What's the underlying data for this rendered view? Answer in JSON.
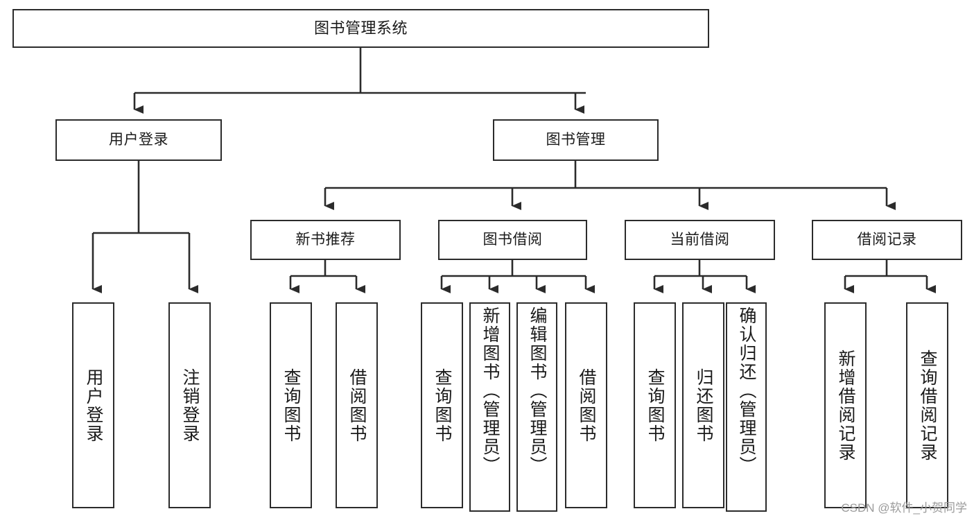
{
  "diagram": {
    "type": "tree-hierarchy",
    "title": "图书管理系统",
    "orientation": "top-down",
    "watermark": "CSDN @软件_小贺同学",
    "colors": {
      "box_border": "#2b2b2b",
      "box_fill": "#ffffff",
      "connector": "#2b2b2b",
      "text": "#1a1a1a",
      "watermark": "#9b9b9b",
      "background": "#ffffff"
    },
    "root": {
      "label": "图书管理系统"
    },
    "level2": [
      {
        "id": "user-login",
        "label": "用户登录"
      },
      {
        "id": "book-manage",
        "label": "图书管理"
      }
    ],
    "level3": [
      {
        "id": "new-book-recommend",
        "label": "新书推荐"
      },
      {
        "id": "book-borrow",
        "label": "图书借阅"
      },
      {
        "id": "current-borrow",
        "label": "当前借阅"
      },
      {
        "id": "borrow-record",
        "label": "借阅记录"
      }
    ],
    "leaves": {
      "user_login": [
        {
          "id": "leaf-user-login",
          "label": "用户登录"
        },
        {
          "id": "leaf-user-logout",
          "label": "注销登录"
        }
      ],
      "new_book_recommend": [
        {
          "id": "leaf-query-book-1",
          "label": "查询图书"
        },
        {
          "id": "leaf-borrow-book-1",
          "label": "借阅图书"
        }
      ],
      "book_borrow": [
        {
          "id": "leaf-query-book-2",
          "label": "查询图书"
        },
        {
          "id": "leaf-add-book",
          "label": "新增图书（管理员）"
        },
        {
          "id": "leaf-edit-book",
          "label": "编辑图书（管理员）"
        },
        {
          "id": "leaf-borrow-book-2",
          "label": "借阅图书"
        }
      ],
      "current_borrow": [
        {
          "id": "leaf-query-book-3",
          "label": "查询图书"
        },
        {
          "id": "leaf-return-book",
          "label": "归还图书"
        },
        {
          "id": "leaf-confirm-return",
          "label": "确认归还（管理员）"
        }
      ],
      "borrow_record": [
        {
          "id": "leaf-add-record",
          "label": "新增借阅记录"
        },
        {
          "id": "leaf-query-record",
          "label": "查询借阅记录"
        }
      ]
    }
  }
}
